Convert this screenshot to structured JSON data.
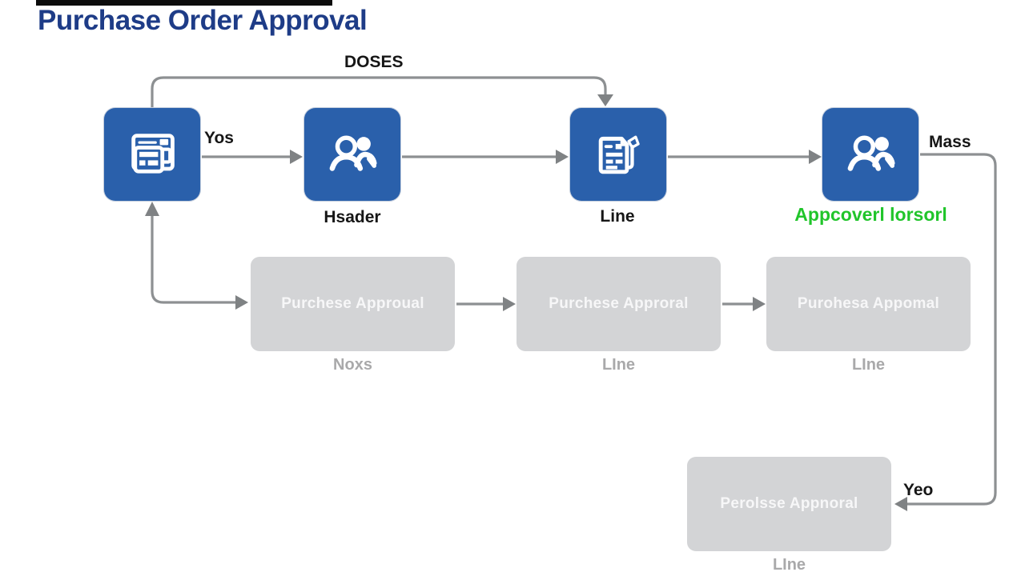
{
  "title": "Purchase Order Approval",
  "colors": {
    "accent_blue": "#2a60ab",
    "title_navy": "#1e3c87",
    "approved_green": "#21c52b",
    "box_gray": "#d3d4d6",
    "wire_gray": "#8d9092"
  },
  "diagram": {
    "does_label": "DOSES",
    "yes_label": "Yos",
    "mass_label": "Mass",
    "yes_bottom_label": "Yeo",
    "header_label": "Hsader",
    "line_label": "Line",
    "approved_label": "Appcoverl lorsorl",
    "icons": {
      "node1": "purchase-order-form-icon",
      "node2": "approver-group-icon",
      "node3": "order-line-document-icon",
      "node4": "approver-group-icon"
    }
  },
  "gray_boxes": [
    {
      "text": "Purchese Approual",
      "caption": "Noxs"
    },
    {
      "text": "Purchese Approral",
      "caption": "LIne"
    },
    {
      "text": "Purohesa Appomal",
      "caption": "LIne"
    },
    {
      "text": "Perolsse Appnoral",
      "caption": "LIne"
    }
  ]
}
